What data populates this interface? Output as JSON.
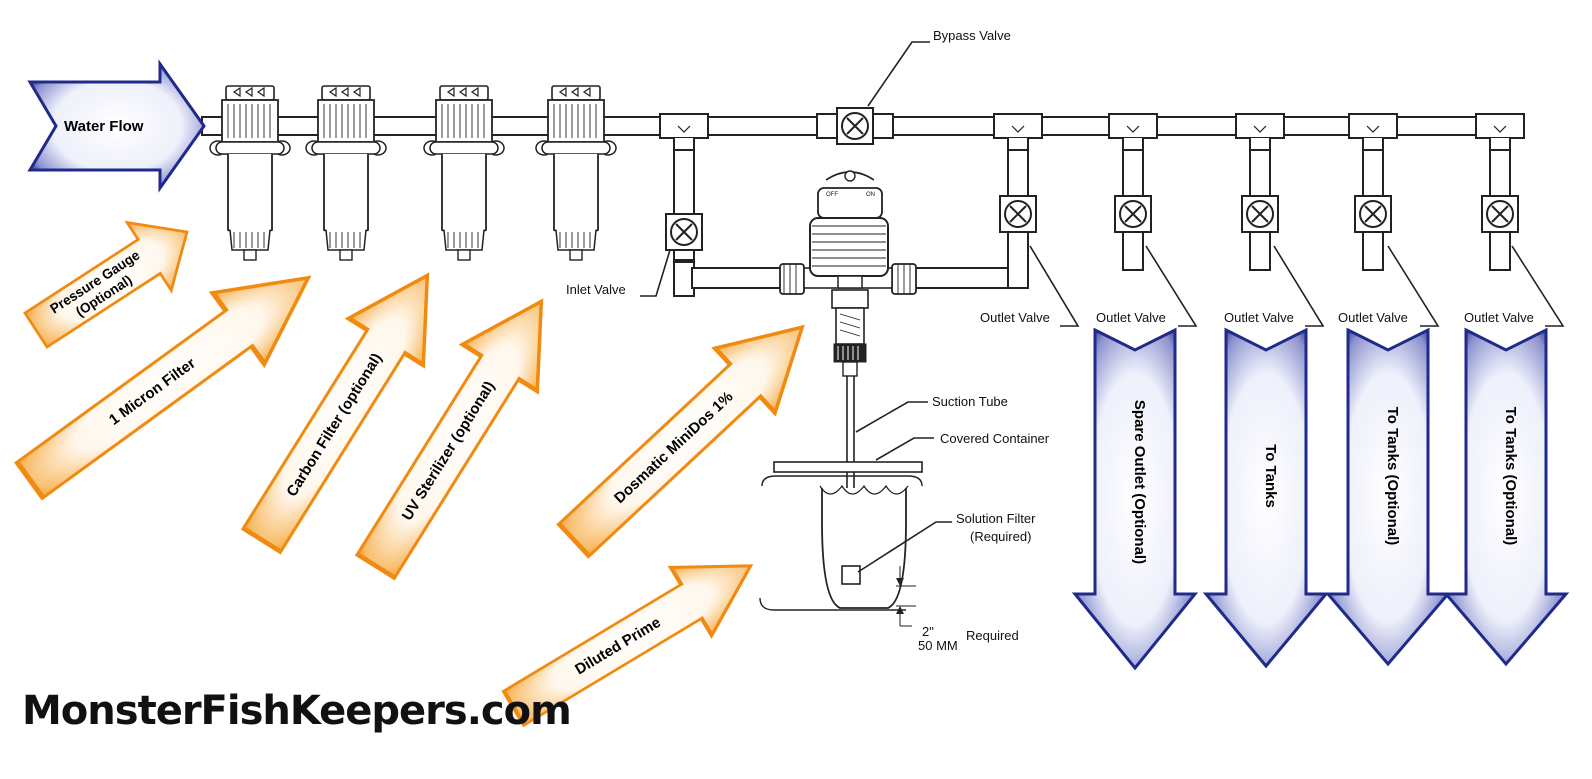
{
  "diagram": {
    "water_flow": "Water Flow",
    "orange_arrows": [
      "Pressure Gauge",
      "(Optional)",
      "1 Micron Filter",
      "Carbon Filter (optional)",
      "UV Sterilizer (optional)",
      "Dosmatic MiniDos 1%",
      "Diluted Prime"
    ],
    "blue_arrows": [
      "Spare Outlet (Optional)",
      "To Tanks",
      "To Tanks (Optional)",
      "To Tanks (Optional)"
    ],
    "labels": {
      "bypass_valve": "Bypass Valve",
      "inlet_valve": "Inlet Valve",
      "outlet_valve": "Outlet Valve",
      "suction_tube": "Suction Tube",
      "covered_container": "Covered Container",
      "solution_filter": "Solution Filter",
      "solution_filter_req": "(Required)",
      "dim_2in": "2\"",
      "dim_50mm": "50 MM",
      "dim_required": "Required",
      "pump_off": "OFF",
      "pump_on": "ON"
    },
    "logo": "MonsterFishKeepers.com",
    "colors": {
      "orange": "#f39a1e",
      "blue": "#1f2a8a",
      "pipe": "#222222"
    }
  }
}
